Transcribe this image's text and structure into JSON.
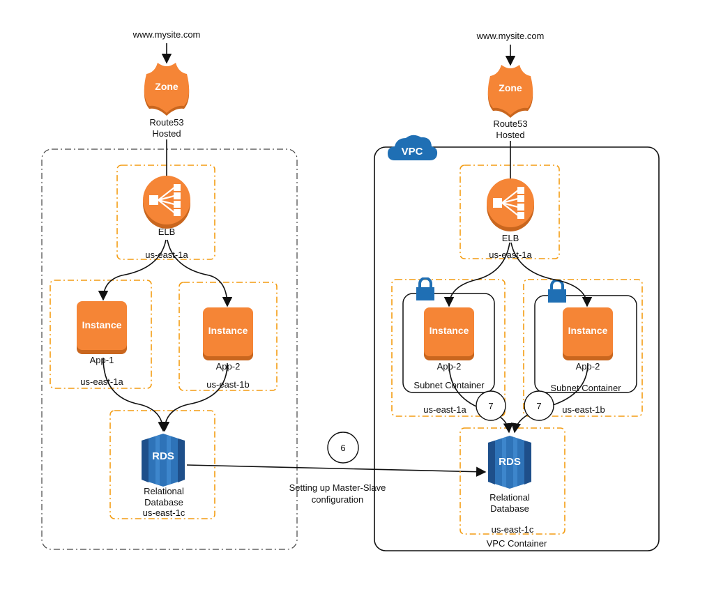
{
  "colors": {
    "aws_orange": "#f58536",
    "aws_orange_dark": "#c9661e",
    "zone_border": "#f39c12",
    "rds_blue": "#2e73b8",
    "rds_blue_dark": "#1e4f8a",
    "lock_blue": "#1f6fb4",
    "line": "#111111"
  },
  "left": {
    "url": "www.mysite.com",
    "route53_icon_label": "Zone",
    "route53_caption": [
      "Route53",
      "Hosted"
    ],
    "elb_label": "ELB",
    "elb_zone": "us-east-1a",
    "instance_icon_label": "Instance",
    "app1_label": "App-1",
    "app1_zone": "us-east-1a",
    "app2_label": "App-2",
    "app2_zone": "us-east-1b",
    "rds_icon_label": "RDS",
    "rds_caption": [
      "Relational",
      "Database"
    ],
    "rds_zone": "us-east-1c"
  },
  "right": {
    "url": "www.mysite.com",
    "route53_icon_label": "Zone",
    "route53_caption": [
      "Route53",
      "Hosted"
    ],
    "vpc_badge": "VPC",
    "vpc_container_label": "VPC Container",
    "elb_label": "ELB",
    "elb_zone": "us-east-1a",
    "instance_icon_label": "Instance",
    "app_a_label": "App-2",
    "subnet_a_label": "Subnet Container",
    "zone_a_label": "us-east-1a",
    "app_b_label": "App-2",
    "subnet_b_label": "Subnet Container",
    "zone_b_label": "us-east-1b",
    "step7": "7",
    "rds_icon_label": "RDS",
    "rds_caption": [
      "Relational",
      "Database"
    ],
    "rds_zone": "us-east-1c"
  },
  "replication": {
    "step": "6",
    "caption": [
      "Setting up Master-Slave",
      "configuration"
    ]
  },
  "icons": [
    "route53-zone-icon",
    "elb-icon",
    "ec2-instance-icon",
    "rds-icon",
    "vpc-cloud-icon",
    "lock-icon"
  ]
}
